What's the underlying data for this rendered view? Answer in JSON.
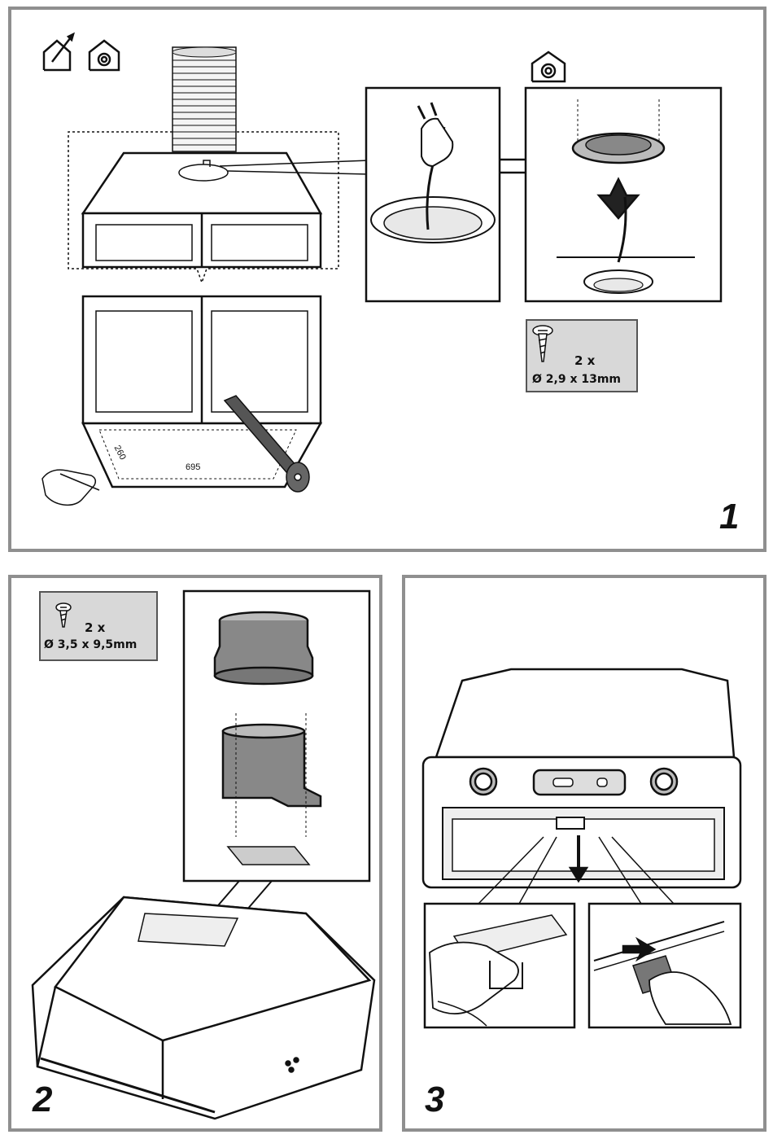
{
  "panel1": {
    "step_number": "1",
    "icons": [
      "ducted-mode-icon",
      "recirculation-mode-icon",
      "recirculation-mode-icon"
    ],
    "cutout": {
      "width_label": "695",
      "depth_label": "260"
    },
    "screw_spec": {
      "quantity": "2 x",
      "size": "Ø 2,9 x 13mm"
    }
  },
  "panel2": {
    "step_number": "2",
    "screw_spec": {
      "quantity": "2 x",
      "size": "Ø 3,5 x 9,5mm"
    }
  },
  "panel3": {
    "step_number": "3"
  },
  "colors": {
    "panel_border": "#8f8f8f",
    "spec_fill": "#d8d8d8",
    "line": "#111111"
  }
}
